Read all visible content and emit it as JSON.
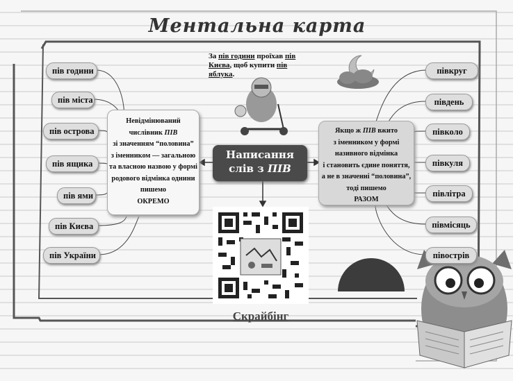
{
  "title": "Ментальна карта",
  "caption": {
    "part1": "За ",
    "link1": "пів години",
    "part2": " проїхав ",
    "link2": "пів Києва",
    "part3": ", щоб купити ",
    "link3": "пів яблука",
    "part4": "."
  },
  "center": {
    "line1": "Написання",
    "line2_prefix": "слів з ",
    "line2_word": "ПІВ"
  },
  "left_box": {
    "line1": "Невідмінюваний",
    "line2_prefix": "числівник ",
    "line2_word": "ПІВ",
    "line3": "зі значенням “половина”",
    "line4": "з іменником — загальною",
    "line5": "та власною назвою у формі",
    "line6": "родового відмінка однини",
    "line7": "пишемо",
    "line8": "ОКРЕМО"
  },
  "right_box": {
    "line1_prefix": "Якщо ж ",
    "line1_word": "ПІВ",
    "line1_suffix": " вжито",
    "line2": "з іменником у формі",
    "line3": "називного відмінка",
    "line4": "і становить єдине поняття,",
    "line5": "а не в значенні “половина”,",
    "line6": "тоді пишемо",
    "line7": "РАЗОМ"
  },
  "left_words": [
    "пів години",
    "пів міста",
    "пів острова",
    "пів ящика",
    "пів ями",
    "пів Києва",
    "пів України"
  ],
  "right_words": [
    "півкруг",
    "південь",
    "півколо",
    "півкуля",
    "півлітра",
    "півмісяць",
    "півострів"
  ],
  "qr_label": "Скрайбінг"
}
